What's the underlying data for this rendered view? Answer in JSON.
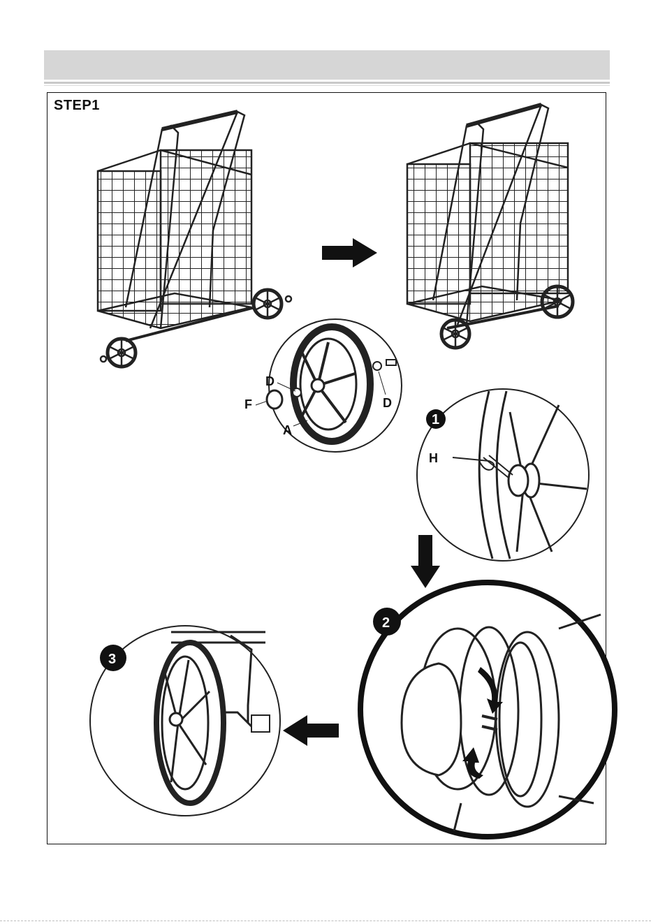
{
  "step": {
    "title": "STEP1"
  },
  "labels": {
    "d_top": "D",
    "d_right": "D",
    "f": "F",
    "a": "A",
    "h": "H"
  },
  "badges": [
    "1",
    "2",
    "3"
  ],
  "icons": [
    "arrow-right-icon",
    "arrow-down-icon",
    "arrow-left-icon",
    "rotate-arrows-icon"
  ],
  "colors": {
    "ink": "#111111",
    "header": "#d6d6d6",
    "background": "#ffffff"
  }
}
